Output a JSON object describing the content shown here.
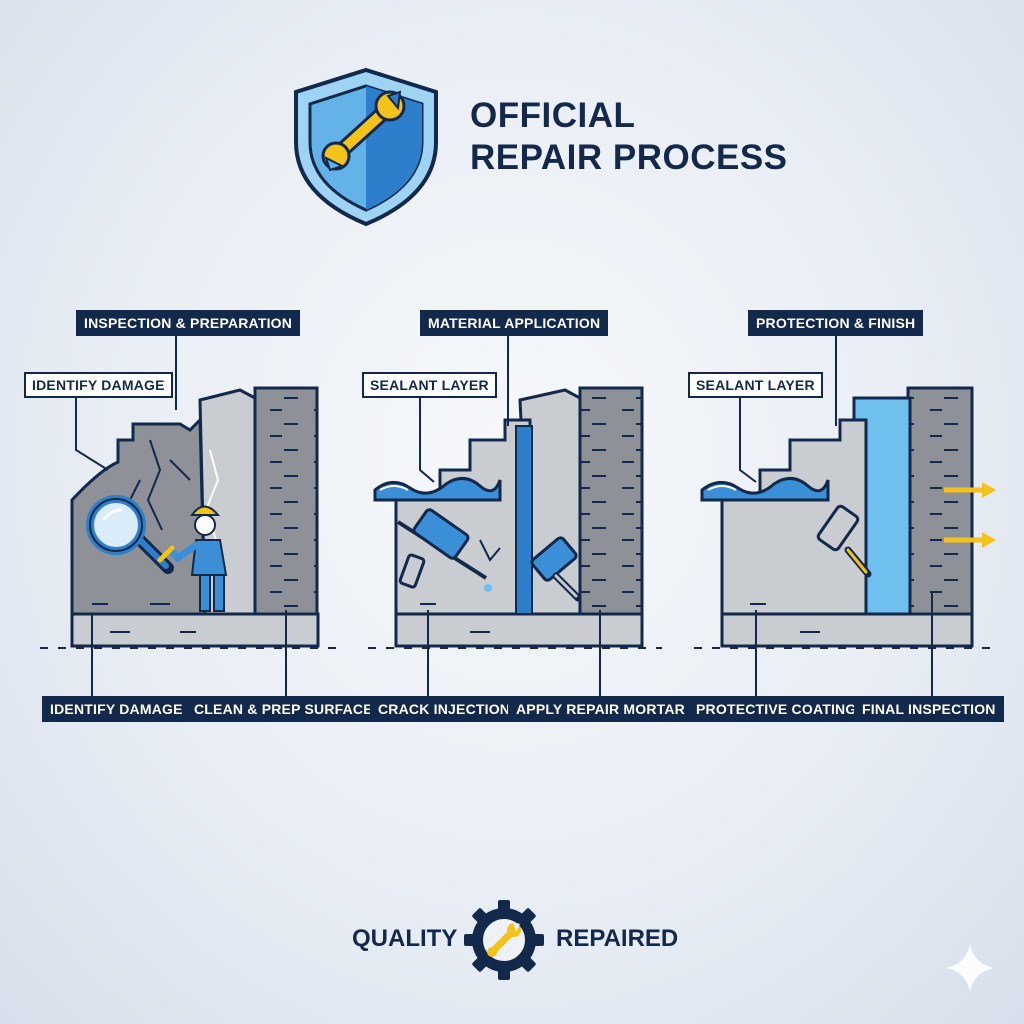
{
  "header": {
    "title_line1": "OFFICIAL",
    "title_line2": "REPAIR PROCESS",
    "logo_icon": "shield-wrench-icon"
  },
  "panels": [
    {
      "heading": "INSPECTION & PREPARATION",
      "side_label": "IDENTIFY DAMAGE",
      "bottom_labels": [
        "IDENTIFY DAMAGE",
        "CLEAN & PREP SURFACE"
      ],
      "icons": [
        "magnifier-icon",
        "worker-icon"
      ]
    },
    {
      "heading": "MATERIAL APPLICATION",
      "side_label": "SEALANT LAYER",
      "bottom_labels": [
        "CRACK INJECTION",
        "APPLY REPAIR MORTAR"
      ],
      "icons": [
        "injection-gun-icon",
        "paint-roller-icon"
      ]
    },
    {
      "heading": "PROTECTION & FINISH",
      "side_label": "SEALANT LAYER",
      "bottom_labels": [
        "PROTECTIVE COATING",
        "FINAL INSPECTION"
      ],
      "icons": [
        "paint-roller-icon",
        "arrow-right-icon"
      ]
    }
  ],
  "footer": {
    "left_word": "QUALITY",
    "right_word": "REPAIRED",
    "badge_icon": "gear-wrench-icon"
  },
  "colors": {
    "navy": "#13294b",
    "blue": "#3a8fd6",
    "light_blue": "#6fc0ef",
    "concrete": "#c9ccd1",
    "concrete_dark": "#8e9298",
    "yellow": "#f4c21a"
  }
}
